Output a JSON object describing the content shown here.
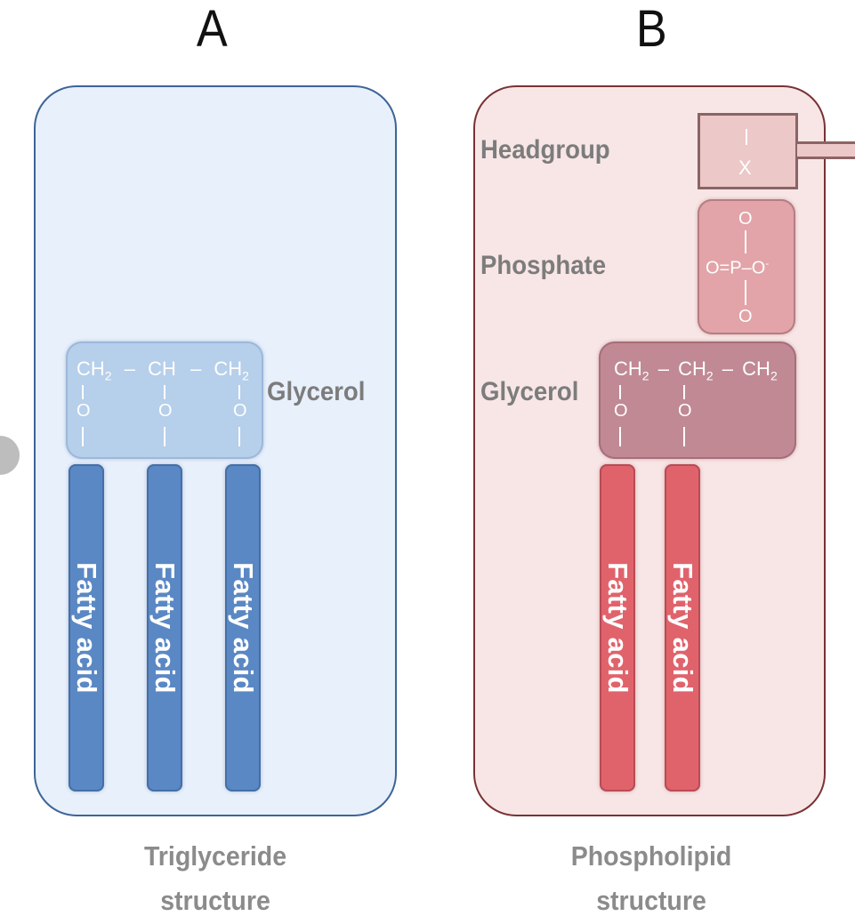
{
  "panels": {
    "a": {
      "letter": "A",
      "glycerol_formula": {
        "c1": "CH",
        "sub1": "2",
        "d1": "–",
        "c2": "CH",
        "d2": "–",
        "c3": "CH",
        "sub3": "2"
      },
      "oxygen": "O",
      "glycerol_label": "Glycerol",
      "fatty_acids": [
        "Fatty acid",
        "Fatty acid",
        "Fatty acid"
      ],
      "caption": {
        "line1": "Triglyceride",
        "line2": "structure"
      }
    },
    "b": {
      "letter": "B",
      "headgroup_label": "Headgroup",
      "headgroup_symbol": "X",
      "phosphate_label": "Phosphate",
      "phosphate_formula": {
        "top_o": "O",
        "left": "O=P–O",
        "charge": "-",
        "bottom_o": "O"
      },
      "glycerol_formula": {
        "c1": "CH",
        "sub1": "2",
        "d1": "–",
        "c2": "CH",
        "sub2": "2",
        "d2": "–",
        "c3": "CH",
        "sub3": "2"
      },
      "oxygen": "O",
      "glycerol_label": "Glycerol",
      "fatty_acids": [
        "Fatty acid",
        "Fatty acid"
      ],
      "caption": {
        "line1": "Phospholipid",
        "line2": "structure"
      }
    }
  },
  "colors": {
    "panel_a_fill": "#e8f0fb",
    "panel_a_border": "#3d6497",
    "panel_b_fill": "#f8e6e6",
    "panel_b_border": "#7a3234",
    "fatty_acid_a": "#5a88c4",
    "fatty_acid_b": "#e0636c"
  }
}
